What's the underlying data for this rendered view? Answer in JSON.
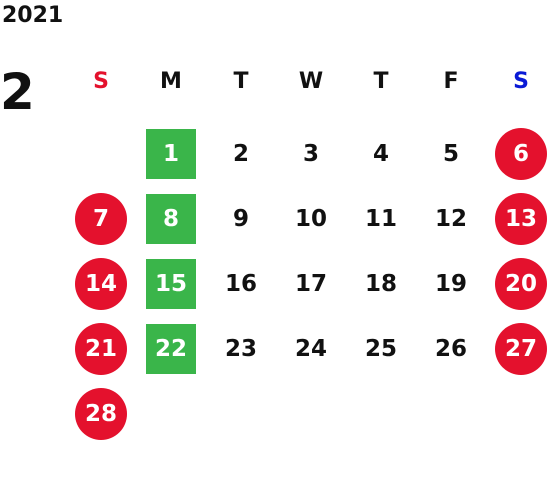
{
  "year": "2021",
  "month": "2",
  "colors": {
    "sunday": "#e4112d",
    "saturday": "#0a1ad6",
    "holiday": "#e4112d",
    "highlight": "#3ab54a",
    "text": "#111111"
  },
  "weekdays": [
    "S",
    "M",
    "T",
    "W",
    "T",
    "F",
    "S"
  ],
  "start_offset": 1,
  "days": [
    {
      "n": "1",
      "mark": "square"
    },
    {
      "n": "2",
      "mark": "none"
    },
    {
      "n": "3",
      "mark": "none"
    },
    {
      "n": "4",
      "mark": "none"
    },
    {
      "n": "5",
      "mark": "none"
    },
    {
      "n": "6",
      "mark": "circle"
    },
    {
      "n": "7",
      "mark": "circle"
    },
    {
      "n": "8",
      "mark": "square"
    },
    {
      "n": "9",
      "mark": "none"
    },
    {
      "n": "10",
      "mark": "none"
    },
    {
      "n": "11",
      "mark": "none"
    },
    {
      "n": "12",
      "mark": "none"
    },
    {
      "n": "13",
      "mark": "circle"
    },
    {
      "n": "14",
      "mark": "circle"
    },
    {
      "n": "15",
      "mark": "square"
    },
    {
      "n": "16",
      "mark": "none"
    },
    {
      "n": "17",
      "mark": "none"
    },
    {
      "n": "18",
      "mark": "none"
    },
    {
      "n": "19",
      "mark": "none"
    },
    {
      "n": "20",
      "mark": "circle"
    },
    {
      "n": "21",
      "mark": "circle"
    },
    {
      "n": "22",
      "mark": "square"
    },
    {
      "n": "23",
      "mark": "none"
    },
    {
      "n": "24",
      "mark": "none"
    },
    {
      "n": "25",
      "mark": "none"
    },
    {
      "n": "26",
      "mark": "none"
    },
    {
      "n": "27",
      "mark": "circle"
    },
    {
      "n": "28",
      "mark": "circle"
    }
  ]
}
